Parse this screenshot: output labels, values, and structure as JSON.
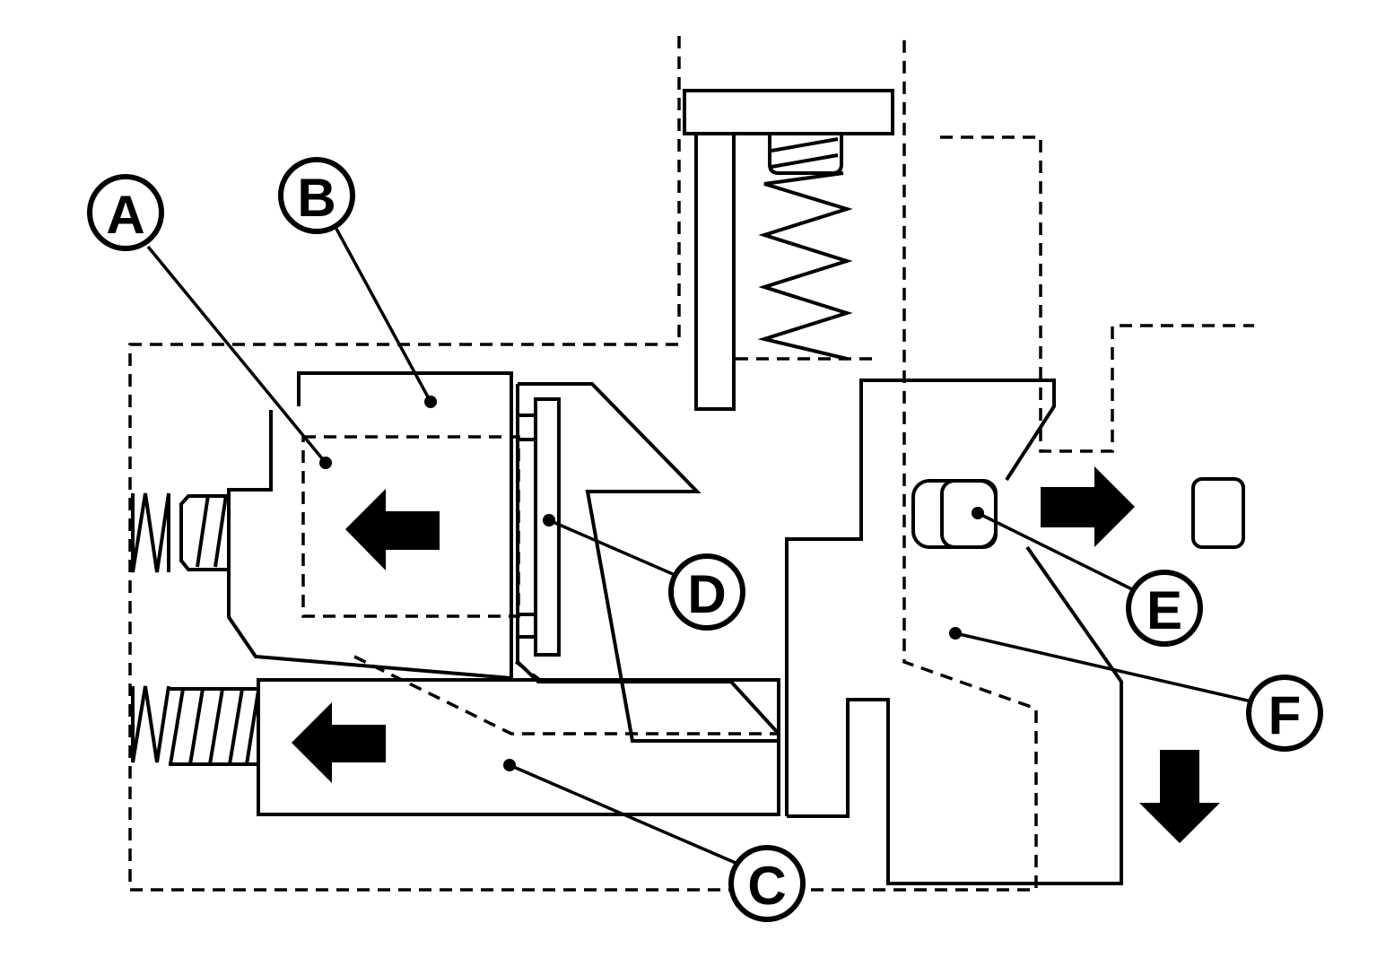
{
  "callouts": {
    "a": "A",
    "b": "B",
    "c": "C",
    "d": "D",
    "e": "E",
    "f": "F"
  },
  "colors": {
    "line": "#000000",
    "background": "#ffffff"
  }
}
